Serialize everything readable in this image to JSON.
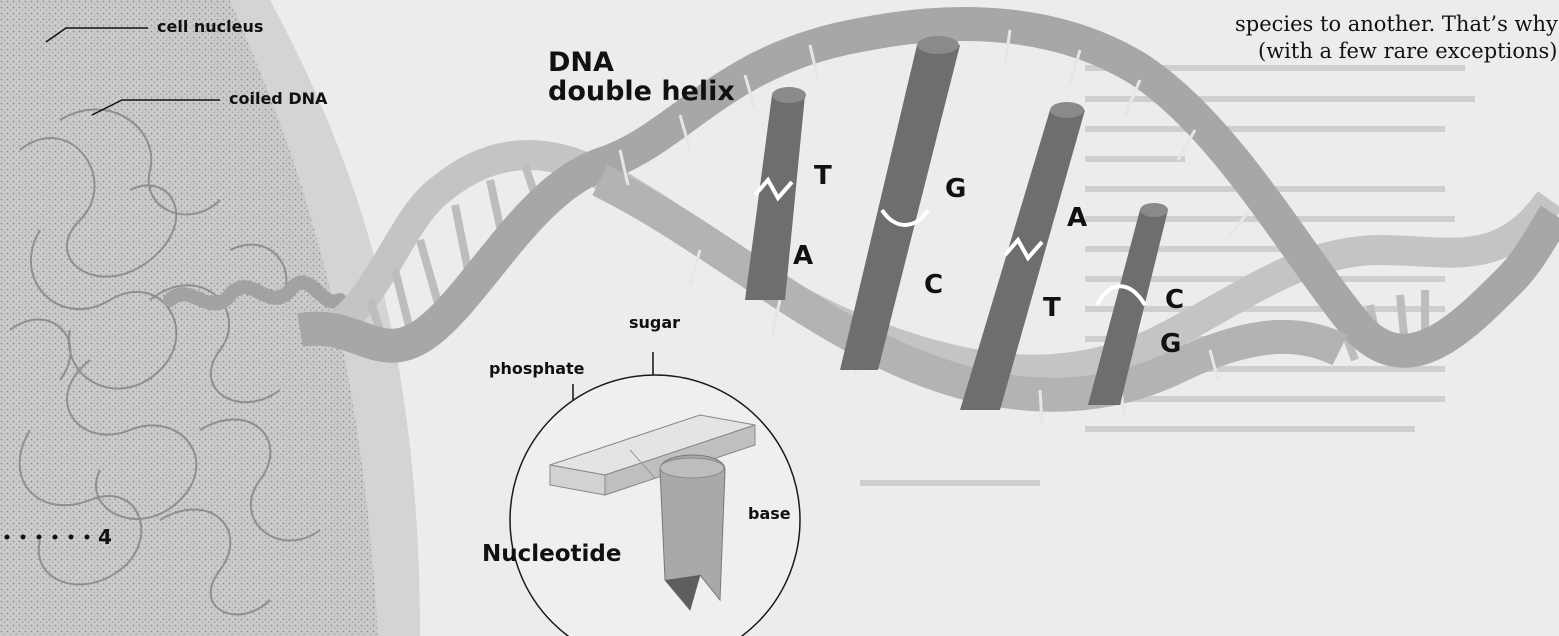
{
  "labels": {
    "cell_nucleus": "cell nucleus",
    "coiled_dna": "coiled DNA",
    "dna_title_line1": "DNA",
    "dna_title_line2": "double helix",
    "sugar": "sugar",
    "phosphate": "phosphate",
    "base": "base",
    "nucleotide": "Nucleotide",
    "chromosome_marker": "4"
  },
  "base_pairs": {
    "pair1_top": "T",
    "pair1_bottom": "A",
    "pair2_top": "G",
    "pair2_bottom": "C",
    "pair3_top": "A",
    "pair3_bottom": "T",
    "pair4_top": "C",
    "pair4_bottom": "G"
  },
  "text": {
    "line1": "species to another. That’s why",
    "line2": "(with a few rare exceptions)"
  },
  "colors": {
    "page_background": "#ececec",
    "nucleus_fill": "#c9c9c9",
    "backbone_strand": "#a7a7a7",
    "backbone_strand_light": "#cdcdcd",
    "base_rung": "#6f6f6f",
    "base_rung_dark": "#5a5a5a",
    "label_text": "#111111"
  }
}
